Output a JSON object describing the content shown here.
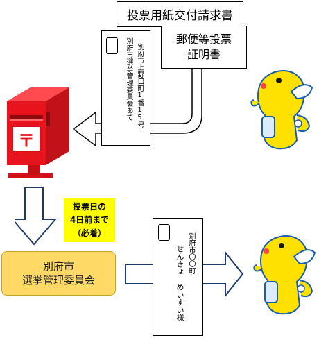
{
  "request_form": {
    "label": "投票用紙交付請求書"
  },
  "certificate_form": {
    "line1": "郵便等投票",
    "line2": "証明書"
  },
  "envelope_top": {
    "address": "別府市上野口町1番15号",
    "recipient": "別府市選挙管理委員会あて"
  },
  "deadline_note": {
    "line1": "投票日の",
    "line2": "4日前まで",
    "line3": "（必着）"
  },
  "committee": {
    "line1": "別府市",
    "line2": "選挙管理委員会"
  },
  "envelope_bottom": {
    "address": "別府市〇〇町",
    "recipient": "せんきょ　めいすい様"
  },
  "colors": {
    "postbox_red": "#e8141d",
    "mascot_yellow": "#ffe100",
    "mascot_outline": "#1a5eb0",
    "note_yellow": "#ffff00",
    "committee_fill": "#ffd966"
  },
  "icons": [
    "postbox-icon",
    "mascot-icon",
    "stamp-icon",
    "arrow-icon"
  ]
}
